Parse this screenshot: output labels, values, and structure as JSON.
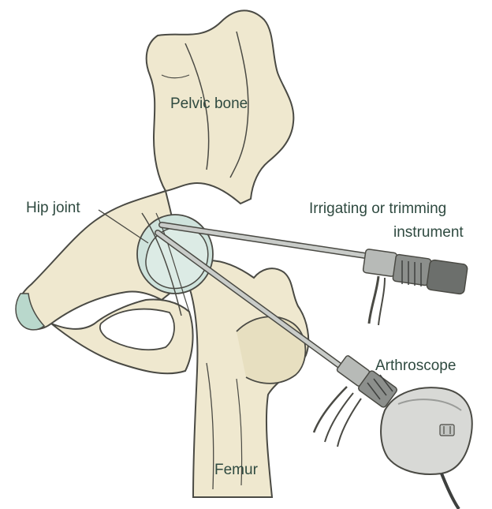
{
  "labels": {
    "pelvic_bone": "Pelvic bone",
    "hip_joint": "Hip joint",
    "irrigating_line1": "Irrigating or trimming",
    "irrigating_line2": "instrument",
    "arthroscope": "Arthroscope",
    "femur": "Femur"
  },
  "colors": {
    "bone": "#efe8cf",
    "bone_shadow": "#e2d8b6",
    "outline": "#4a4a44",
    "joint": "#cfe3dc",
    "label_text": "#2f4a40",
    "instrument_metal": "#c9ccc9",
    "instrument_dark": "#6c6f6c",
    "camera_body": "#d8d9d6"
  },
  "icons": {
    "camera": "arthroscope-camera-icon"
  }
}
